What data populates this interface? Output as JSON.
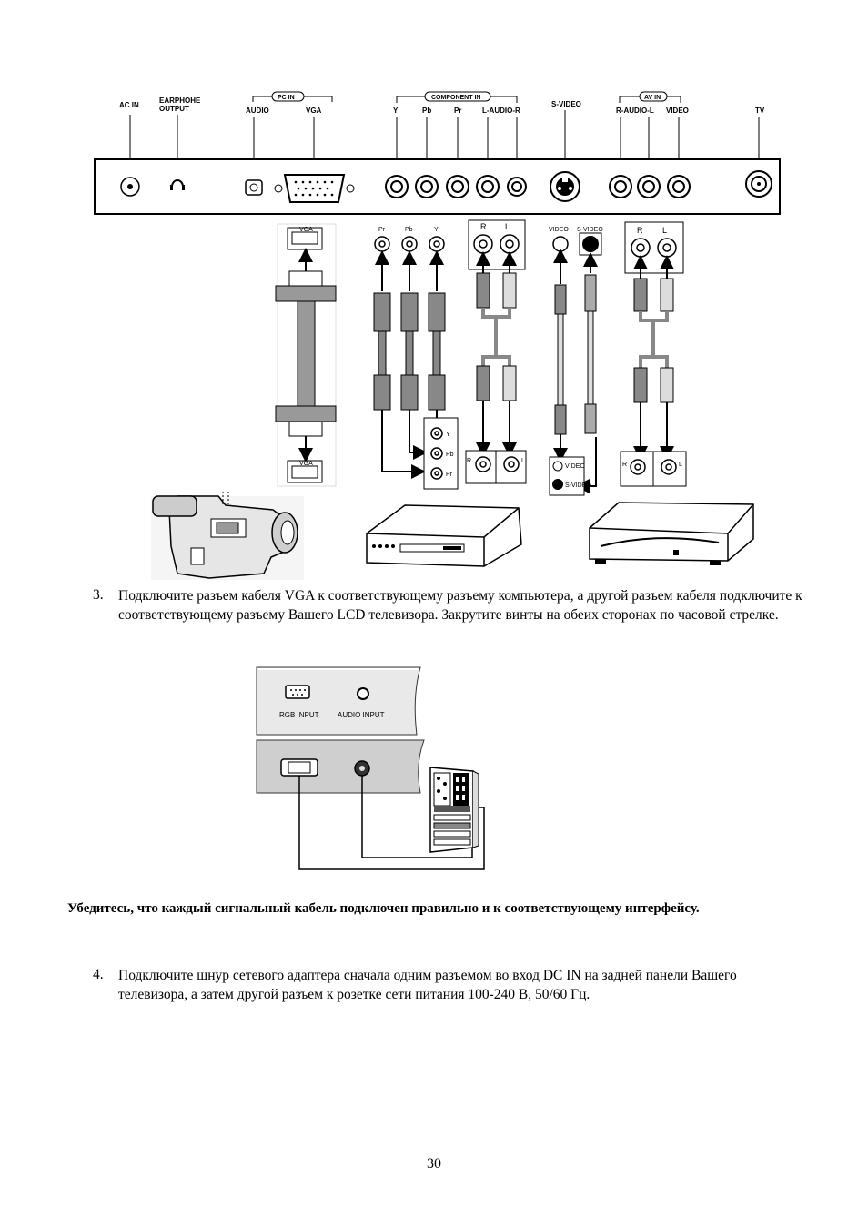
{
  "figure1": {
    "panel_labels": {
      "ac_in": "AC IN",
      "earphone_line1": "EARPHOHE",
      "earphone_line2": "OUTPUT",
      "pc_in": "PC IN",
      "audio": "AUDIO",
      "vga": "VGA",
      "component_in": "COMPONENT IN",
      "y": "Y",
      "pb": "Pb",
      "pr": "Pr",
      "l_audio_r": "L-AUDIO-R",
      "s_video": "S-VIDEO",
      "av_in": "AV IN",
      "r_audio_l": "R-AUDIO-L",
      "video": "VIDEO",
      "tv": "TV"
    },
    "cable_labels": {
      "vga": "VGA",
      "pr": "Pr",
      "pb": "Pb",
      "y": "Y",
      "r": "R",
      "l": "L",
      "video": "VIDEO",
      "s_video": "S-VIDEO"
    }
  },
  "step3": {
    "number": "3.",
    "text": "Подключите разъем кабеля VGA к соответствующему разъему компьютера, а другой разъем кабеля подключите к соответствующему разъему Вашего LCD телевизора. Закрутите винты на обеих сторонах по часовой стрелке."
  },
  "figure2": {
    "rgb_input": "RGB INPUT",
    "audio_input": "AUDIO INPUT"
  },
  "note": "Убедитесь, что каждый сигнальный кабель подключен правильно и к соответствующему интерфейсу.",
  "step4": {
    "number": "4.",
    "text": "Подключите шнур сетевого адаптера сначала одним разъемом во вход DC IN на задней панели Вашего телевизора, а затем другой разъем к розетке сети питания 100-240 В, 50/60 Гц."
  },
  "page_number": "30"
}
